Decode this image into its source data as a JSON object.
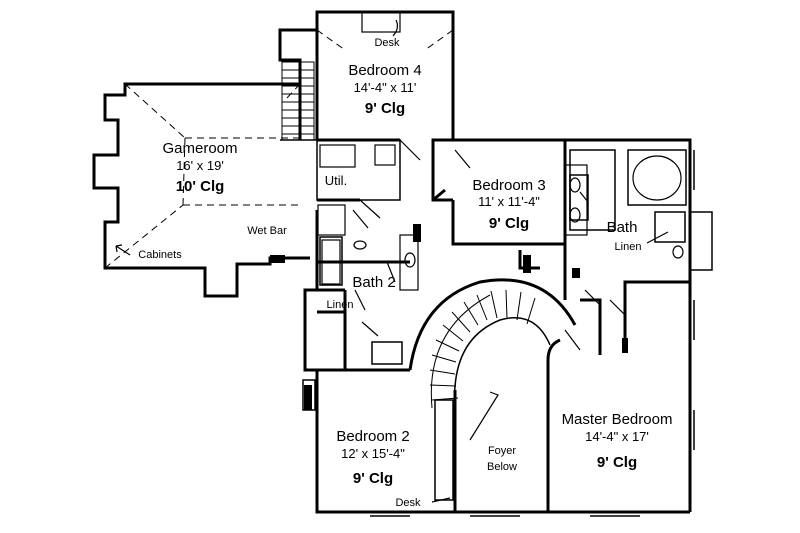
{
  "rooms": {
    "bedroom4": {
      "name": "Bedroom 4",
      "dim": "14'-4\" x 11'",
      "clg": "9' Clg"
    },
    "gameroom": {
      "name": "Gameroom",
      "dim": "16' x 19'",
      "clg": "10' Clg"
    },
    "bedroom3": {
      "name": "Bedroom 3",
      "dim": "11' x 11'-4\"",
      "clg": "9' Clg"
    },
    "bedroom2": {
      "name": "Bedroom 2",
      "dim": "12' x 15'-4\"",
      "clg": "9' Clg"
    },
    "master": {
      "name": "Master Bedroom",
      "dim": "14'-4\" x 17'",
      "clg": "9' Clg"
    },
    "foyer": {
      "line1": "Foyer",
      "line2": "Below"
    },
    "bath2": {
      "name": "Bath 2"
    },
    "bath": {
      "name": "Bath"
    }
  },
  "labels": {
    "desk_top": "Desk",
    "desk_bottom": "Desk",
    "util": "Util.",
    "wet_bar": "Wet Bar",
    "cabinets": "Cabinets",
    "linen_left": "Linen",
    "linen_right": "Linen"
  }
}
